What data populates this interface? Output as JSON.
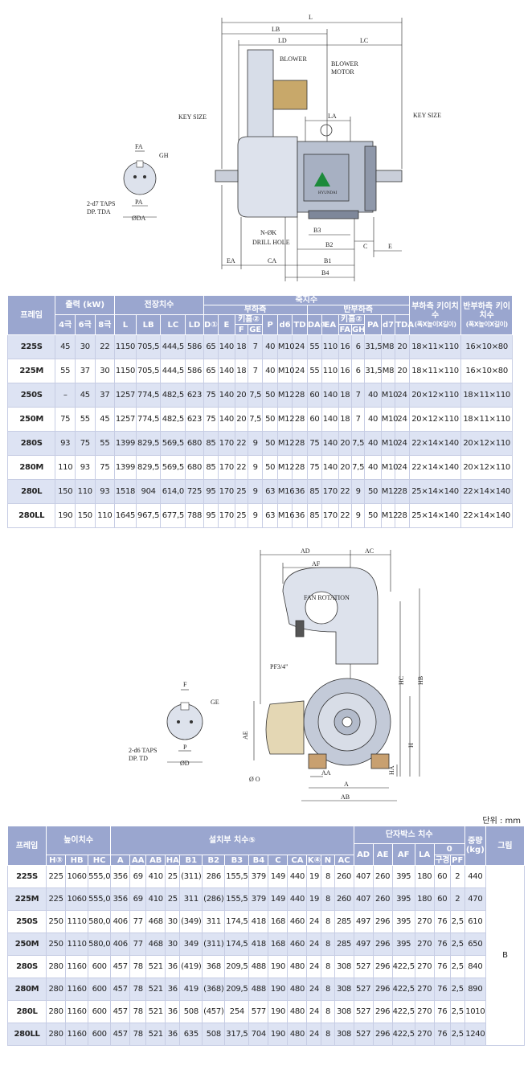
{
  "drawing1": {
    "dims": [
      "L",
      "LB",
      "LD",
      "LC",
      "LA",
      "B3",
      "B2",
      "B1",
      "B4",
      "C",
      "E",
      "EA",
      "CA"
    ],
    "labels": {
      "blower": "BLOWER",
      "blower_motor_1": "BLOWER",
      "blower_motor_2": "MOTOR",
      "key_size_left": "KEY SIZE",
      "key_size_right": "KEY SIZE",
      "drill_1": "N-ØK",
      "drill_2": "DRILL HOLE",
      "taps_1": "2-d7 TAPS",
      "taps_2": "DP. TDA",
      "fa": "FA",
      "gh": "GH",
      "pa": "PA",
      "oda": "ØDA",
      "brand": "HYUNDAI"
    }
  },
  "table1": {
    "headers": {
      "frame": "프레임",
      "output": "출력 (kW)",
      "pole4": "4극",
      "pole6": "6극",
      "pole8": "8극",
      "overall": "전장치수",
      "L": "L",
      "LB": "LB",
      "LC": "LC",
      "LD": "LD",
      "shaft": "축지수",
      "load": "부하측",
      "D": "D①",
      "E": "E",
      "key": "키홈②",
      "F": "F",
      "GE": "GE",
      "P": "P",
      "d6": "d6",
      "TD": "TD",
      "antiload": "반부하측",
      "DA": "DA①",
      "EA": "EA",
      "key2": "키홈②",
      "FA": "FA",
      "GH": "GH",
      "PA": "PA",
      "d7": "d7",
      "TDA": "TDA",
      "keysize_load": "부하측 키이치수",
      "keysize_load_sub": "(폭X높이X길이)",
      "keysize_anti": "반부하측 키이치수",
      "keysize_anti_sub": "(폭X높이X길이)"
    },
    "rows": [
      [
        "225S",
        "45",
        "30",
        "22",
        "1150",
        "705,5",
        "444,5",
        "586",
        "65",
        "140",
        "18",
        "7",
        "40",
        "M10",
        "24",
        "55",
        "110",
        "16",
        "6",
        "31,5",
        "M8",
        "20",
        "18×11×110",
        "16×10×80"
      ],
      [
        "225M",
        "55",
        "37",
        "30",
        "1150",
        "705,5",
        "444,5",
        "586",
        "65",
        "140",
        "18",
        "7",
        "40",
        "M10",
        "24",
        "55",
        "110",
        "16",
        "6",
        "31,5",
        "M8",
        "20",
        "18×11×110",
        "16×10×80"
      ],
      [
        "250S",
        "–",
        "45",
        "37",
        "1257",
        "774,5",
        "482,5",
        "623",
        "75",
        "140",
        "20",
        "7,5",
        "50",
        "M12",
        "28",
        "60",
        "140",
        "18",
        "7",
        "40",
        "M10",
        "24",
        "20×12×110",
        "18×11×110"
      ],
      [
        "250M",
        "75",
        "55",
        "45",
        "1257",
        "774,5",
        "482,5",
        "623",
        "75",
        "140",
        "20",
        "7,5",
        "50",
        "M12",
        "28",
        "60",
        "140",
        "18",
        "7",
        "40",
        "M10",
        "24",
        "20×12×110",
        "18×11×110"
      ],
      [
        "280S",
        "93",
        "75",
        "55",
        "1399",
        "829,5",
        "569,5",
        "680",
        "85",
        "170",
        "22",
        "9",
        "50",
        "M12",
        "28",
        "75",
        "140",
        "20",
        "7,5",
        "40",
        "M10",
        "24",
        "22×14×140",
        "20×12×110"
      ],
      [
        "280M",
        "110",
        "93",
        "75",
        "1399",
        "829,5",
        "569,5",
        "680",
        "85",
        "170",
        "22",
        "9",
        "50",
        "M12",
        "28",
        "75",
        "140",
        "20",
        "7,5",
        "40",
        "M10",
        "24",
        "22×14×140",
        "20×12×110"
      ],
      [
        "280L",
        "150",
        "110",
        "93",
        "1518",
        "904",
        "614,0",
        "725",
        "95",
        "170",
        "25",
        "9",
        "63",
        "M16",
        "36",
        "85",
        "170",
        "22",
        "9",
        "50",
        "M12",
        "28",
        "25×14×140",
        "22×14×140"
      ],
      [
        "280LL",
        "190",
        "150",
        "110",
        "1645",
        "967,5",
        "677,5",
        "788",
        "95",
        "170",
        "25",
        "9",
        "63",
        "M16",
        "36",
        "85",
        "170",
        "22",
        "9",
        "50",
        "M12",
        "28",
        "25×14×140",
        "22×14×140"
      ]
    ]
  },
  "drawing2": {
    "dims": [
      "AD",
      "AF",
      "AC",
      "HC",
      "HB",
      "H",
      "HA",
      "AE",
      "AA",
      "A",
      "AB"
    ],
    "labels": {
      "fan_rotation": "FAN ROTATION",
      "pf": "PF3/4\"",
      "o": "Ø O",
      "f": "F",
      "ge": "GE",
      "p": "P",
      "od": "ØD",
      "taps_1": "2-d6 TAPS",
      "taps_2": "DP. TD"
    }
  },
  "unit": "단위 : mm",
  "table2": {
    "headers": {
      "frame": "프레임",
      "height": "높이치수",
      "H": "H③",
      "HB": "HB",
      "HC": "HC",
      "install": "설치부 치수⑤",
      "A": "A",
      "AA": "AA",
      "AB": "AB",
      "HA": "HA",
      "B1": "B1",
      "B2": "B2",
      "B3": "B3",
      "B4": "B4",
      "C": "C",
      "CA": "CA",
      "K": "K④",
      "N": "N",
      "AC": "AC",
      "terminal": "단자박스 치수",
      "AD": "AD",
      "AE": "AE",
      "AF": "AF",
      "LA": "LA",
      "O": "0",
      "O_dia": "구경",
      "PF": "PF",
      "weight": "중량 (kg)",
      "figure": "그림"
    },
    "rows": [
      [
        "225S",
        "225",
        "1060",
        "555,0",
        "356",
        "69",
        "410",
        "25",
        "(311)",
        "286",
        "155,5",
        "379",
        "149",
        "440",
        "19",
        "8",
        "260",
        "407",
        "260",
        "395",
        "180",
        "60",
        "2",
        "440"
      ],
      [
        "225M",
        "225",
        "1060",
        "555,0",
        "356",
        "69",
        "410",
        "25",
        "311",
        "(286)",
        "155,5",
        "379",
        "149",
        "440",
        "19",
        "8",
        "260",
        "407",
        "260",
        "395",
        "180",
        "60",
        "2",
        "470"
      ],
      [
        "250S",
        "250",
        "1110",
        "580,0",
        "406",
        "77",
        "468",
        "30",
        "(349)",
        "311",
        "174,5",
        "418",
        "168",
        "460",
        "24",
        "8",
        "285",
        "497",
        "296",
        "395",
        "270",
        "76",
        "2,5",
        "610"
      ],
      [
        "250M",
        "250",
        "1110",
        "580,0",
        "406",
        "77",
        "468",
        "30",
        "349",
        "(311)",
        "174,5",
        "418",
        "168",
        "460",
        "24",
        "8",
        "285",
        "497",
        "296",
        "395",
        "270",
        "76",
        "2,5",
        "650"
      ],
      [
        "280S",
        "280",
        "1160",
        "600",
        "457",
        "78",
        "521",
        "36",
        "(419)",
        "368",
        "209,5",
        "488",
        "190",
        "480",
        "24",
        "8",
        "308",
        "527",
        "296",
        "422,5",
        "270",
        "76",
        "2,5",
        "840"
      ],
      [
        "280M",
        "280",
        "1160",
        "600",
        "457",
        "78",
        "521",
        "36",
        "419",
        "(368)",
        "209,5",
        "488",
        "190",
        "480",
        "24",
        "8",
        "308",
        "527",
        "296",
        "422,5",
        "270",
        "76",
        "2,5",
        "890"
      ],
      [
        "280L",
        "280",
        "1160",
        "600",
        "457",
        "78",
        "521",
        "36",
        "508",
        "(457)",
        "254",
        "577",
        "190",
        "480",
        "24",
        "8",
        "308",
        "527",
        "296",
        "422,5",
        "270",
        "76",
        "2,5",
        "1010"
      ],
      [
        "280LL",
        "280",
        "1160",
        "600",
        "457",
        "78",
        "521",
        "36",
        "635",
        "508",
        "317,5",
        "704",
        "190",
        "480",
        "24",
        "8",
        "308",
        "527",
        "296",
        "422,5",
        "270",
        "76",
        "2,5",
        "1240"
      ]
    ],
    "figure_value": "B"
  },
  "colors": {
    "header_bg": "#9aa6cf",
    "alt_row_bg": "#dde3f3",
    "motor_fill": "#d7dde8",
    "logo_green": "#1c8a3a"
  }
}
